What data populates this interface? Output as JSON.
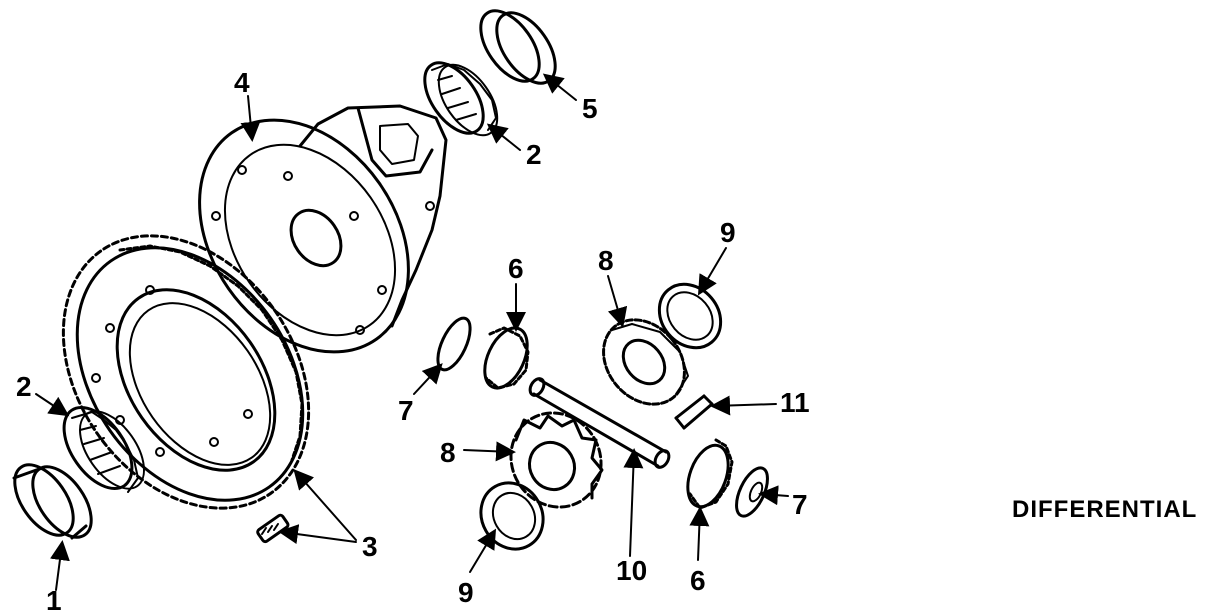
{
  "title": "DIFFERENTIAL",
  "callouts": [
    {
      "id": "c1",
      "text": "1"
    },
    {
      "id": "c2a",
      "text": "2"
    },
    {
      "id": "c2b",
      "text": "2"
    },
    {
      "id": "c3",
      "text": "3"
    },
    {
      "id": "c4",
      "text": "4"
    },
    {
      "id": "c5",
      "text": "5"
    },
    {
      "id": "c6a",
      "text": "6"
    },
    {
      "id": "c6b",
      "text": "6"
    },
    {
      "id": "c7a",
      "text": "7"
    },
    {
      "id": "c7b",
      "text": "7"
    },
    {
      "id": "c8a",
      "text": "8"
    },
    {
      "id": "c8b",
      "text": "8"
    },
    {
      "id": "c9a",
      "text": "9"
    },
    {
      "id": "c9b",
      "text": "9"
    },
    {
      "id": "c10",
      "text": "10"
    },
    {
      "id": "c11",
      "text": "11"
    }
  ]
}
